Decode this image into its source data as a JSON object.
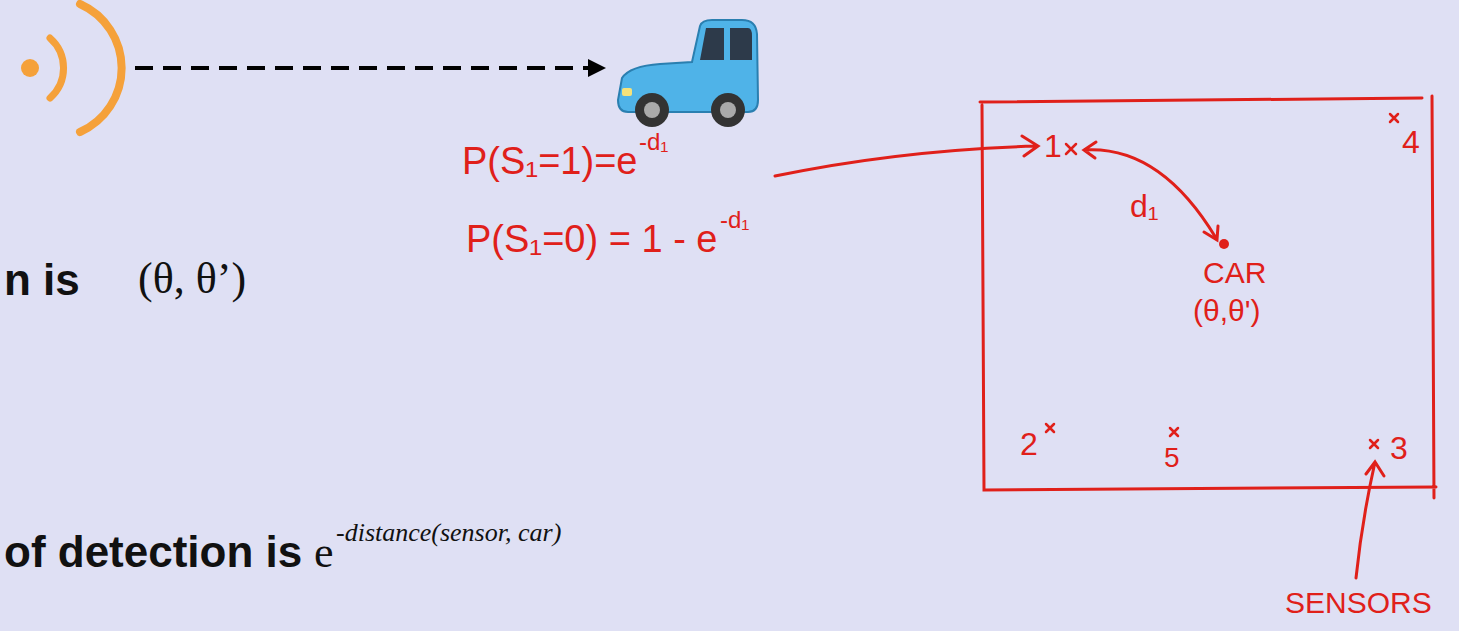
{
  "diagram": {
    "labels": [
      "n is",
      "(θ, θ’)",
      "of detection is",
      "e",
      "-distance(sensor, car)",
      "P(S₁=1)=e",
      "-d₁",
      "P(S₁=0) = 1 - e",
      "-d₁",
      "d₁",
      "CAR",
      "(θ,θ')",
      "1",
      "4",
      "2",
      "5",
      "3",
      "SENSORS"
    ]
  }
}
